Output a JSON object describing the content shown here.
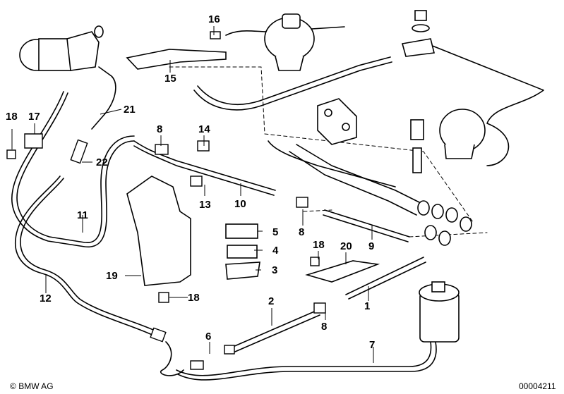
{
  "callouts": {
    "c1": "1",
    "c2": "2",
    "c3": "3",
    "c4": "4",
    "c5": "5",
    "c6": "6",
    "c7": "7",
    "c8a": "8",
    "c8b": "8",
    "c8c": "8",
    "c9": "9",
    "c10": "10",
    "c11": "11",
    "c12": "12",
    "c13": "13",
    "c14": "14",
    "c15": "15",
    "c16": "16",
    "c17": "17",
    "c18a": "18",
    "c18b": "18",
    "c18c": "18",
    "c19": "19",
    "c20": "20",
    "c21": "21",
    "c22": "22"
  },
  "footer": {
    "brand": "BMW AG",
    "diagram_number": "00004211"
  },
  "colors": {
    "line": "#000000",
    "fill": "#ffffff",
    "shade": "#c8c8c8"
  }
}
